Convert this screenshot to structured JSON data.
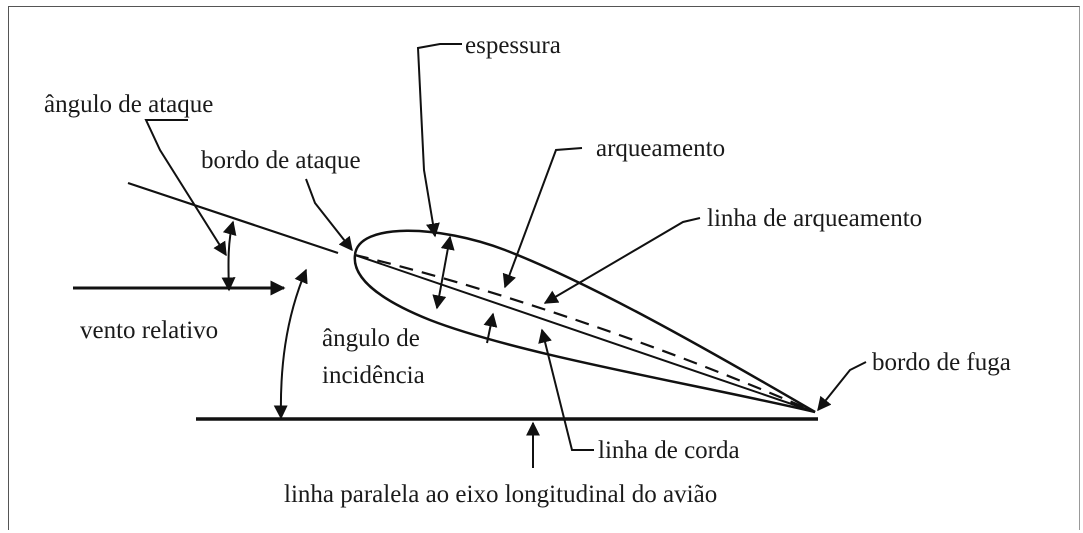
{
  "labels": {
    "espessura": "espessura",
    "angulo_de_ataque": "ângulo de ataque",
    "bordo_de_ataque": "bordo de ataque",
    "arqueamento": "arqueamento",
    "linha_de_arqueamento": "linha de arqueamento",
    "vento_relativo": "vento relativo",
    "angulo_de_incidencia_1": "ângulo de",
    "angulo_de_incidencia_2": "incidência",
    "bordo_de_fuga": "bordo de fuga",
    "linha_de_corda": "linha de corda",
    "linha_paralela": "linha paralela ao eixo longitudinal do avião"
  }
}
